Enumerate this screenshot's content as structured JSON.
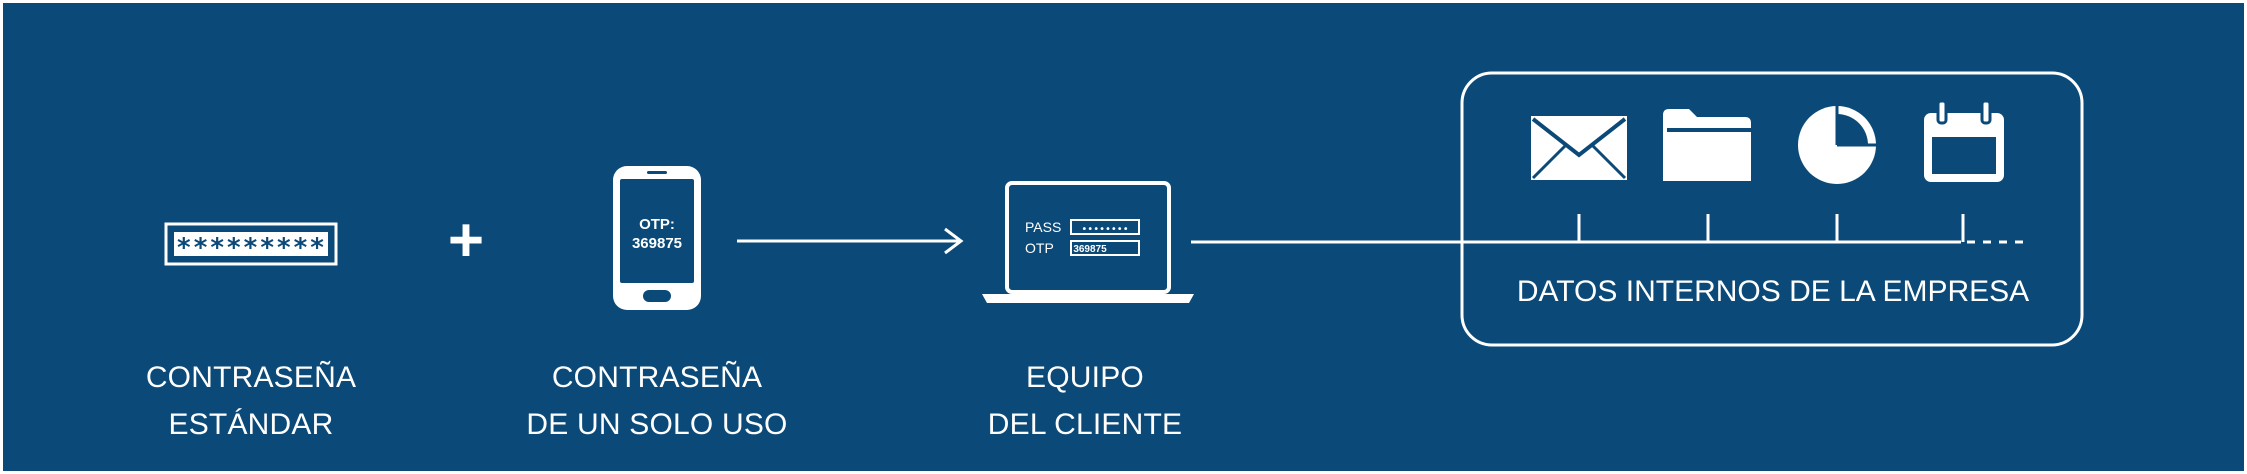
{
  "colors": {
    "background": "#0b4a78",
    "foreground": "#ffffff"
  },
  "password": {
    "mask": "*********",
    "label_line1": "CONTRASEÑA",
    "label_line2": "ESTÁNDAR"
  },
  "plus_symbol": "+",
  "otp_device": {
    "screen_line1": "OTP:",
    "screen_line2": "369875",
    "label_line1": "CONTRASEÑA",
    "label_line2": "DE UN SOLO USO"
  },
  "client_device": {
    "pass_label": "PASS",
    "otp_label": "OTP",
    "pass_mask": "••••••••",
    "otp_value": "369875",
    "label_line1": "EQUIPO",
    "label_line2": "DEL CLIENTE"
  },
  "internal_data": {
    "label": "DATOS INTERNOS DE LA EMPRESA",
    "icons": [
      "mail-icon",
      "folder-icon",
      "pie-chart-icon",
      "calendar-icon"
    ]
  }
}
